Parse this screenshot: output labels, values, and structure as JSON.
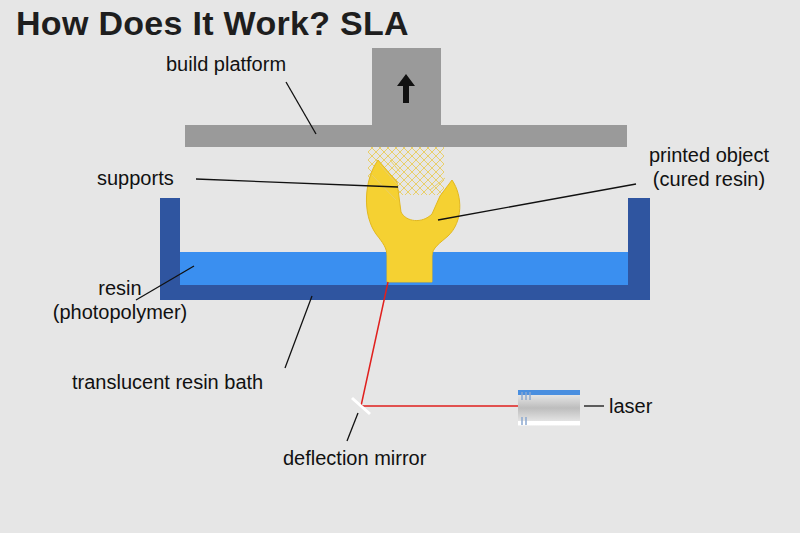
{
  "diagram": {
    "title": "How Does It Work? SLA",
    "labels": [
      "build platform",
      "supports",
      "printed object (cured resin)",
      "resin (photopolymer)",
      "translucent resin bath",
      "laser",
      "deflection mirror"
    ]
  }
}
